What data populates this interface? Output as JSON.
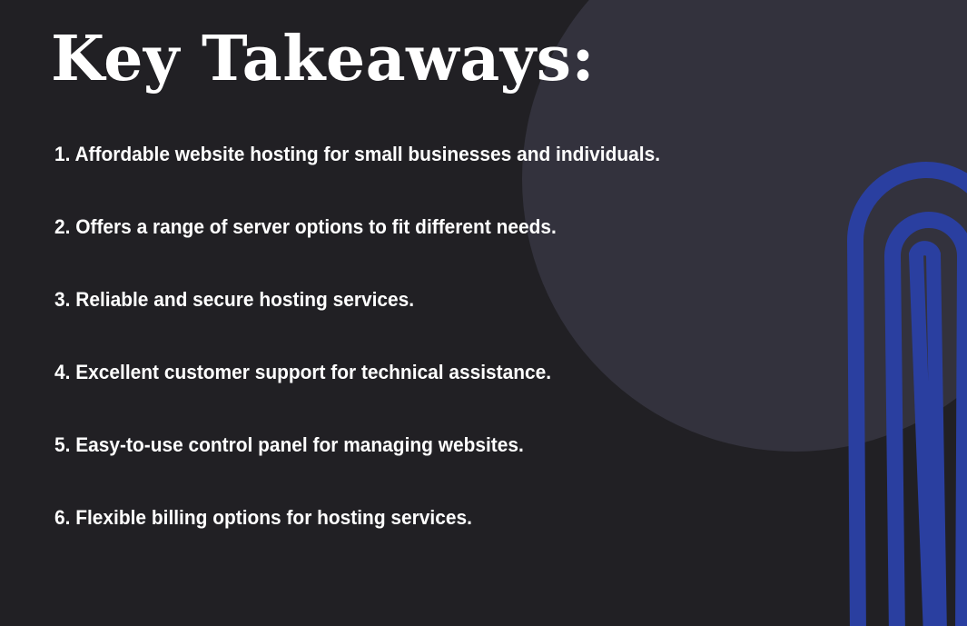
{
  "title": "Key Takeaways:",
  "takeaways": [
    "1. Affordable website hosting for small businesses and individuals.",
    "2. Offers a range of server options to fit different needs.",
    "3. Reliable and secure hosting services.",
    "4. Excellent customer support for technical assistance.",
    "5. Easy-to-use control panel for managing websites.",
    "6. Flexible billing options for hosting services."
  ],
  "colors": {
    "background": "#212024",
    "circle": "#33323d",
    "arches": "#2a3fa0",
    "text": "#ffffff"
  }
}
